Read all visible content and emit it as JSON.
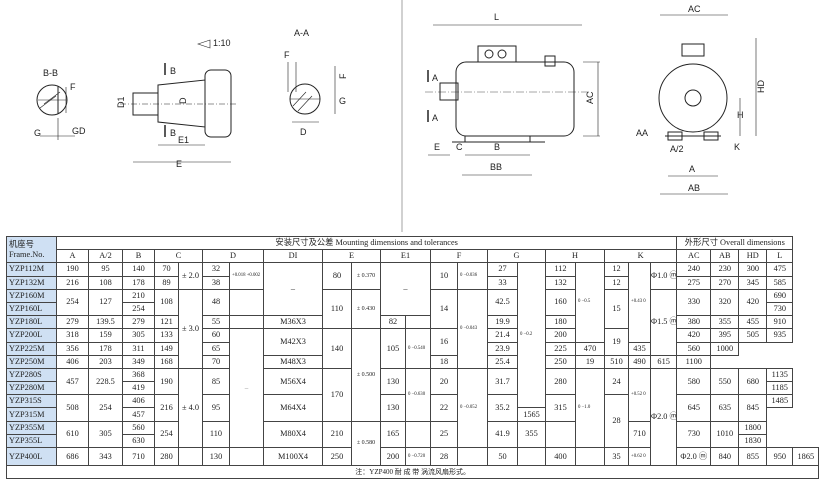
{
  "drawing": {
    "bb_label": "B-B",
    "section_f": "F",
    "section_g": "G",
    "section_gd": "GD",
    "taper_ratio": "1:10",
    "taper_b1": "B",
    "taper_b2": "B",
    "taper_d1": "D1",
    "taper_d": "D",
    "taper_e1": "E1",
    "taper_e": "E",
    "aa_label": "A-A",
    "aa_f": "F",
    "aa_g": "G",
    "aa_d": "D",
    "side_l": "L",
    "side_ac": "AC",
    "side_a1": "A",
    "side_a2": "A",
    "side_e": "E",
    "side_c": "C",
    "side_b": "B",
    "side_bb": "BB",
    "front_ac": "AC",
    "front_hd": "HD",
    "front_h": "H",
    "front_aa": "AA",
    "front_a2": "A/2",
    "front_k": "K",
    "front_a": "A",
    "front_ab": "AB"
  },
  "table": {
    "header": {
      "frame_cn": "机座号",
      "frame_en": "Frame.No.",
      "mounting": "安装尺寸及公差    Mounting dimensions and tolerances",
      "overall": "外形尺寸  Overall dimensions",
      "cols": [
        "A",
        "A/2",
        "B",
        "C",
        "D",
        "DI",
        "E",
        "E1",
        "F",
        "G",
        "H",
        "K",
        "AC",
        "AB",
        "HD",
        "L"
      ]
    },
    "frames": [
      "YZP112M",
      "YZP132M",
      "YZP160M",
      "YZP160L",
      "YZP180L",
      "YZP200L",
      "YZP225M",
      "YZP250M",
      "YZP280S",
      "YZP280M",
      "YZP315S",
      "YZP315M",
      "YZP355M",
      "YZP355L",
      "YZP400L"
    ],
    "A": [
      "190",
      "216",
      "254",
      "279",
      "318",
      "356",
      "406",
      "457",
      "508",
      "610",
      "686"
    ],
    "A2": [
      "95",
      "108",
      "127",
      "139.5",
      "159",
      "178",
      "203",
      "228.5",
      "254",
      "305",
      "343"
    ],
    "B": [
      "140",
      "178",
      "210",
      "254",
      "279",
      "305",
      "311",
      "349",
      "368",
      "419",
      "406",
      "457",
      "560",
      "630",
      "710"
    ],
    "C": [
      "70",
      "89",
      "108",
      "121",
      "133",
      "149",
      "168",
      "190",
      "216",
      "254",
      "280"
    ],
    "C_tol": [
      "± 2.0",
      "± 3.0",
      "± 4.0"
    ],
    "D": [
      "32",
      "38",
      "48",
      "55",
      "60",
      "65",
      "70",
      "85",
      "95",
      "110",
      "130"
    ],
    "D_tol": "+0.018 +0.002",
    "D_ghost": "–",
    "DI": [
      "–",
      "M36X3",
      "M42X3",
      "M48X3",
      "M56X4",
      "M64X4",
      "M80X4",
      "M100X4"
    ],
    "E": [
      "80",
      "110",
      "140",
      "170",
      "210",
      "250"
    ],
    "E_tol": [
      "± 0.370",
      "± 0.430",
      "± 0.500",
      "± 0.580"
    ],
    "E1": [
      "–",
      "82",
      "105",
      "130",
      "165",
      "200"
    ],
    "E1_tol": [
      "0 −0.540",
      "0 −0.630",
      "0 −0.720"
    ],
    "F": [
      "10",
      "14",
      "16",
      "18",
      "20",
      "22",
      "25",
      "28"
    ],
    "F_tol": [
      "0 −0.036",
      "0 −0.043",
      "0 −0.052"
    ],
    "G": [
      "27",
      "33",
      "42.5",
      "19.9",
      "21.4",
      "23.9",
      "25.4",
      "31.7",
      "35.2",
      "41.9",
      "50"
    ],
    "G_tol": "0 −0.2",
    "H": [
      "112",
      "132",
      "160",
      "180",
      "200",
      "225",
      "250",
      "280",
      "315",
      "355",
      "400"
    ],
    "H_tol": [
      "0 −0.5",
      "0 −1.0"
    ],
    "K": [
      "12",
      "15",
      "19",
      "24",
      "28",
      "35"
    ],
    "K_tol": [
      "+0.43 0",
      "+0.52 0",
      "+0.62 0"
    ],
    "K_pos": [
      "Φ1.0 ⓜ",
      "Φ1.5 ⓜ",
      "Φ2.0 ⓜ"
    ],
    "AC": [
      "240",
      "275",
      "330",
      "380",
      "420",
      "470",
      "510",
      "580",
      "645",
      "710",
      "840"
    ],
    "AB": [
      "230",
      "270",
      "320",
      "355",
      "395",
      "435",
      "490",
      "550",
      "635",
      "730",
      "855"
    ],
    "HD": [
      "300",
      "345",
      "420",
      "455",
      "505",
      "560",
      "615",
      "680",
      "845",
      "1010",
      "950"
    ],
    "L": [
      "475",
      "585",
      "690",
      "730",
      "910",
      "935",
      "1000",
      "1100",
      "1135",
      "1185",
      "1485",
      "1565",
      "1800",
      "1830",
      "1865"
    ],
    "footnote": "注：YZP400 耐 成 带 涡流风扇形式。"
  }
}
